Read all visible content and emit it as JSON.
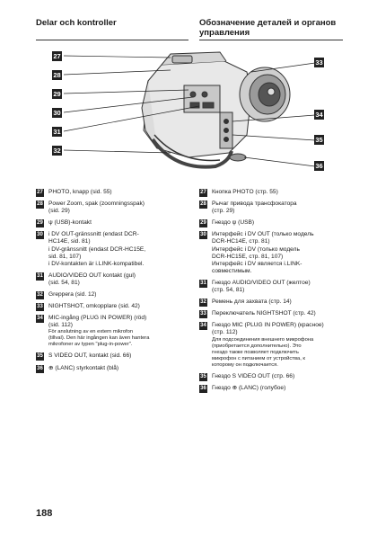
{
  "header": {
    "left_title": "Delar och kontroller",
    "right_title": "Обозначение деталей и органов управления"
  },
  "figure": {
    "left_callouts": [
      "27",
      "28",
      "29",
      "30",
      "31",
      "32"
    ],
    "right_callouts": [
      "33",
      "34",
      "35",
      "36"
    ]
  },
  "left_items": [
    {
      "num": "27",
      "lines": [
        "PHOTO, knapp (sid. 55)"
      ]
    },
    {
      "num": "28",
      "lines": [
        "Power Zoom, spak (zoomningsspak)",
        "(sid. 29)"
      ]
    },
    {
      "num": "29",
      "lines": [
        "ψ (USB)-kontakt"
      ]
    },
    {
      "num": "30",
      "lines": [
        "i DV OUT-gränssnitt (endast DCR-",
        "HC14E, sid. 81)",
        "i DV-gränssnitt (endast DCR-HC15E,",
        "sid. 81, 107)",
        "i DV-kontakten är i.LINK-kompatibel."
      ]
    },
    {
      "num": "31",
      "lines": [
        "AUDIO/VIDEO OUT kontakt (gul)",
        "(sid. 54, 81)"
      ]
    },
    {
      "num": "32",
      "lines": [
        "Greppera (sid. 12)"
      ]
    },
    {
      "num": "33",
      "lines": [
        "NIGHTSHOT, omkopplare (sid. 42)"
      ]
    },
    {
      "num": "34",
      "lines": [
        "MIC-ingång (PLUG IN POWER) (röd)",
        "(sid. 112)"
      ],
      "note": [
        "För anslutning av en extern mikrofon",
        "(tillval). Den här ingången kan även hantera",
        "mikrofoner av typen \"plug-in-power\"."
      ]
    },
    {
      "num": "35",
      "lines": [
        "S VIDEO OUT, kontakt (sid. 66)"
      ]
    },
    {
      "num": "36",
      "lines": [
        "⊕ (LANC) styrkontakt (blå)"
      ]
    }
  ],
  "right_items": [
    {
      "num": "27",
      "lines": [
        "Кнопка PHOTO (стр. 55)"
      ]
    },
    {
      "num": "28",
      "lines": [
        "Рычаг привода трансфокатора",
        "(стр. 29)"
      ]
    },
    {
      "num": "29",
      "lines": [
        "Гнездо ψ (USB)"
      ]
    },
    {
      "num": "30",
      "lines": [
        "Интерфейс i DV OUT (только модель",
        "DCR-HC14E, стр. 81)",
        "Интерфейс i DV (только модель",
        "DCR-HC15E, стр. 81, 107)",
        "Интерфейс i DV является i.LINK-",
        "совместимым."
      ]
    },
    {
      "num": "31",
      "lines": [
        "Гнездо AUDIO/VIDEO OUT (желтое)",
        "(стр. 54, 81)"
      ]
    },
    {
      "num": "32",
      "lines": [
        "Ремень для захвата (стр. 14)"
      ]
    },
    {
      "num": "33",
      "lines": [
        "Переключатель NIGHTSHOT (стр. 42)"
      ]
    },
    {
      "num": "34",
      "lines": [
        "Гнездо MIC (PLUG IN POWER) (красное)",
        "(стр. 112)"
      ],
      "note": [
        "Для подсоединения внешнего микрофона",
        "(приобретается дополнительно). Это",
        "гнездо также позволяет подключить",
        "микрофон с питанием от устройства, к",
        "которому он подключается."
      ]
    },
    {
      "num": "35",
      "lines": [
        "Гнездо S VIDEO OUT (стр. 66)"
      ]
    },
    {
      "num": "36",
      "lines": [
        "Гнездо ⊕ (LANC) (голубое)"
      ]
    }
  ],
  "page_number": "188"
}
